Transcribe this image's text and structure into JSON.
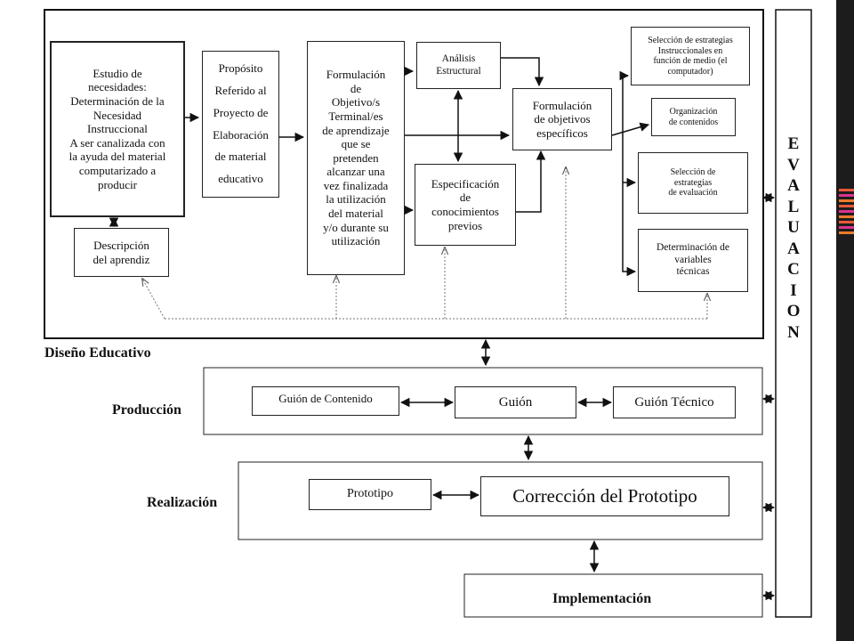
{
  "diseno": {
    "label": "Diseño Educativo",
    "estudio": "Estudio de\nnecesidades:\nDeterminación de la\nNecesidad\nInstruccional\nA ser canalizada con\nla ayuda del material\ncomputarizado a\nproducir",
    "descripcion": "Descripción\ndel aprendiz",
    "proposito": "Propósito\nReferido al\nProyecto de\nElaboración\nde material\neducativo",
    "formulacion_objetivos": "Formulación\nde\nObjetivo/s\nTerminal/es\nde aprendizaje\nque se\npretenden\nalcanzar una\nvez finalizada\nla utilización\ndel material\ny/o durante su\nutilización",
    "analisis": "Análisis\nEstructural",
    "especificacion": "Especificación\nde\nconocimientos\nprevios",
    "formulacion_especificos": "Formulación\nde objetivos\nespecíficos",
    "seleccion_instruccionales": "Selección de estrategias\nInstruccionales en\nfunción de medio (el\ncomputador)",
    "organizacion": "Organización\nde contenidos",
    "seleccion_evaluacion": "Selección de\nestrategias\nde evaluación",
    "determinacion": "Determinación de\nvariables\ntécnicas"
  },
  "produccion": {
    "label": "Producción",
    "guion_contenido": "Guión de Contenido",
    "guion": "Guión",
    "guion_tecnico": "Guión Técnico"
  },
  "realizacion": {
    "label": "Realización",
    "prototipo": "Prototipo",
    "correccion": "Corrección del Prototipo"
  },
  "implementacion": {
    "label": "Implementación"
  },
  "evaluacion": {
    "letters": [
      "E",
      "V",
      "A",
      "L",
      "U",
      "A",
      "C",
      "I",
      "O",
      "N"
    ]
  },
  "colors": {
    "line": "#111111",
    "dotted": "#777777",
    "side_bar": "#1c1c1c",
    "accents": [
      "#e8593a",
      "#d9348a",
      "#f07b2a"
    ]
  }
}
